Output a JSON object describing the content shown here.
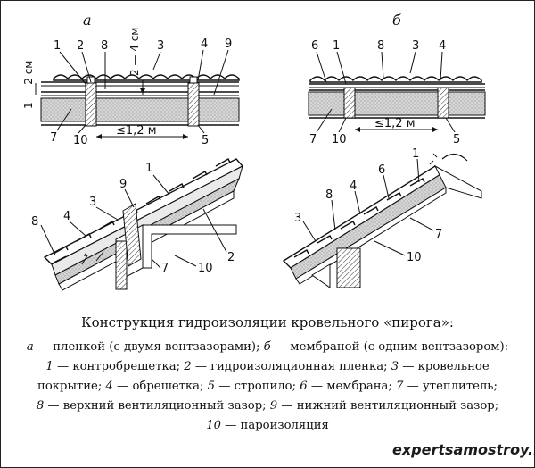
{
  "figure": {
    "panel_a": "а",
    "panel_b": "б",
    "dim_gap_a": "1 — 2 см",
    "dim_gap_top": "2 — 4 см",
    "dim_span": "≤1,2 м",
    "num": [
      "1",
      "2",
      "3",
      "4",
      "5",
      "6",
      "7",
      "8",
      "9",
      "10"
    ]
  },
  "caption": {
    "title": "Конструкция гидроизоляции кровельного «пирога»:",
    "line1_a": "а",
    "line1_a_text": " — пленкой (с двумя вентзазорами); ",
    "line1_b": "б",
    "line1_b_text": " — мембраной (с одним вентзазором):",
    "items": [
      {
        "n": "1",
        "t": " — контробрешетка; "
      },
      {
        "n": "2",
        "t": " — гидроизоляционная пленка; "
      },
      {
        "n": "3",
        "t": " — кровельное покрытие; "
      },
      {
        "n": "4",
        "t": " — обрешетка; "
      },
      {
        "n": "5",
        "t": " — стропило; "
      },
      {
        "n": "6",
        "t": " — мембрана; "
      },
      {
        "n": "7",
        "t": " — утеплитель;"
      },
      {
        "n": "8",
        "t": " — верхний вентиляционный зазор; "
      },
      {
        "n": "9",
        "t": " — нижний вентиляционный зазор;"
      },
      {
        "n": "10",
        "t": " — пароизоляция"
      }
    ]
  },
  "watermark": "expertsamostroy.ru"
}
